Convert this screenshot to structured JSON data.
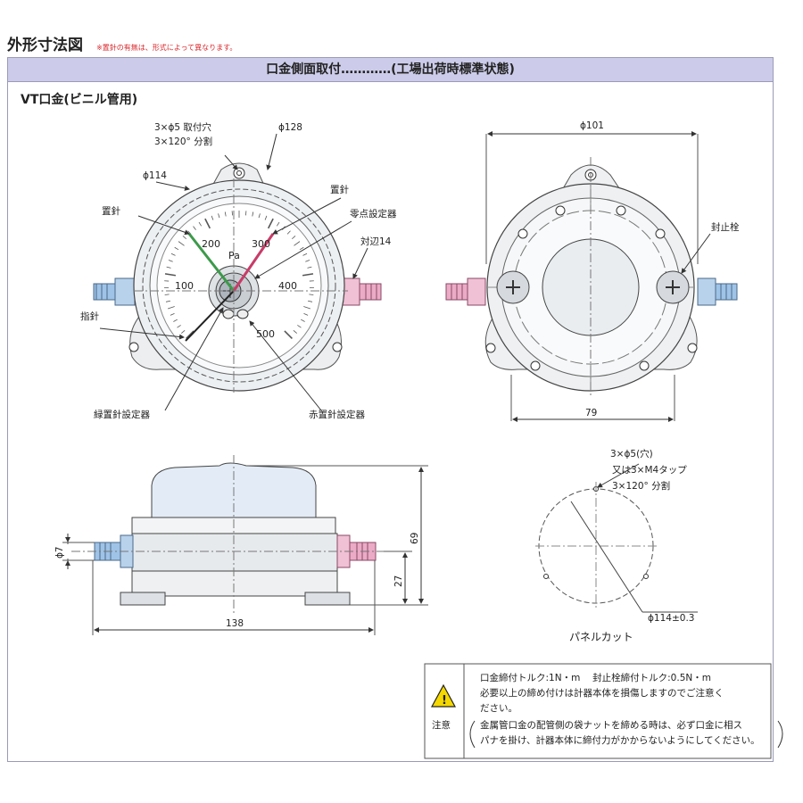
{
  "title": "外形寸法図",
  "note": "※置針の有無は、形式によって異なります。",
  "header": "口金側面取付…………(工場出荷時標準状態)",
  "section": "VT口金(ビニル管用)",
  "front": {
    "hole_label_1": "3×ϕ5 取付穴",
    "hole_label_2": "3×120° 分割",
    "d128": "ϕ128",
    "d114": "ϕ114",
    "set_pointer_left": "置針",
    "set_pointer_right": "置針",
    "zero_adjuster": "零点設定器",
    "across_flats": "対辺14",
    "pointer": "指針",
    "green_adjuster": "緑置針設定器",
    "red_adjuster": "赤置針設定器",
    "unit": "Pa",
    "scale": [
      "100",
      "200",
      "300",
      "400",
      "500"
    ]
  },
  "back": {
    "d101": "ϕ101",
    "plug": "封止栓",
    "width79": "79"
  },
  "side": {
    "d7": "ϕ7",
    "h69": "69",
    "h27": "27",
    "w138": "138"
  },
  "panel": {
    "hole_1": "3×ϕ5(穴)",
    "hole_2": "又は3×M4タップ",
    "hole_3": "3×120° 分割",
    "diameter": "ϕ114±0.3",
    "caption": "パネルカット"
  },
  "caution": {
    "label": "注意",
    "line1": "口金締付トルク:1N・m　 封止栓締付トルク:0.5N・m",
    "line2": "必要以上の締め付けは計器本体を損傷しますのでご注意く",
    "line3": "ださい。",
    "line4": "金属管口金の配管側の袋ナットを締める時は、必ず口金に相ス",
    "line5": "パナを掛け、計器本体に締付力がかからないようにしてください。"
  },
  "colors": {
    "header_bg": "#ccccea",
    "note_red": "#d8262b",
    "nozzle_blue": "#8fb4dc",
    "nozzle_pink": "#e8a6c2",
    "body_gray": "#e8eaec",
    "dome_blue": "#e6eef6"
  }
}
